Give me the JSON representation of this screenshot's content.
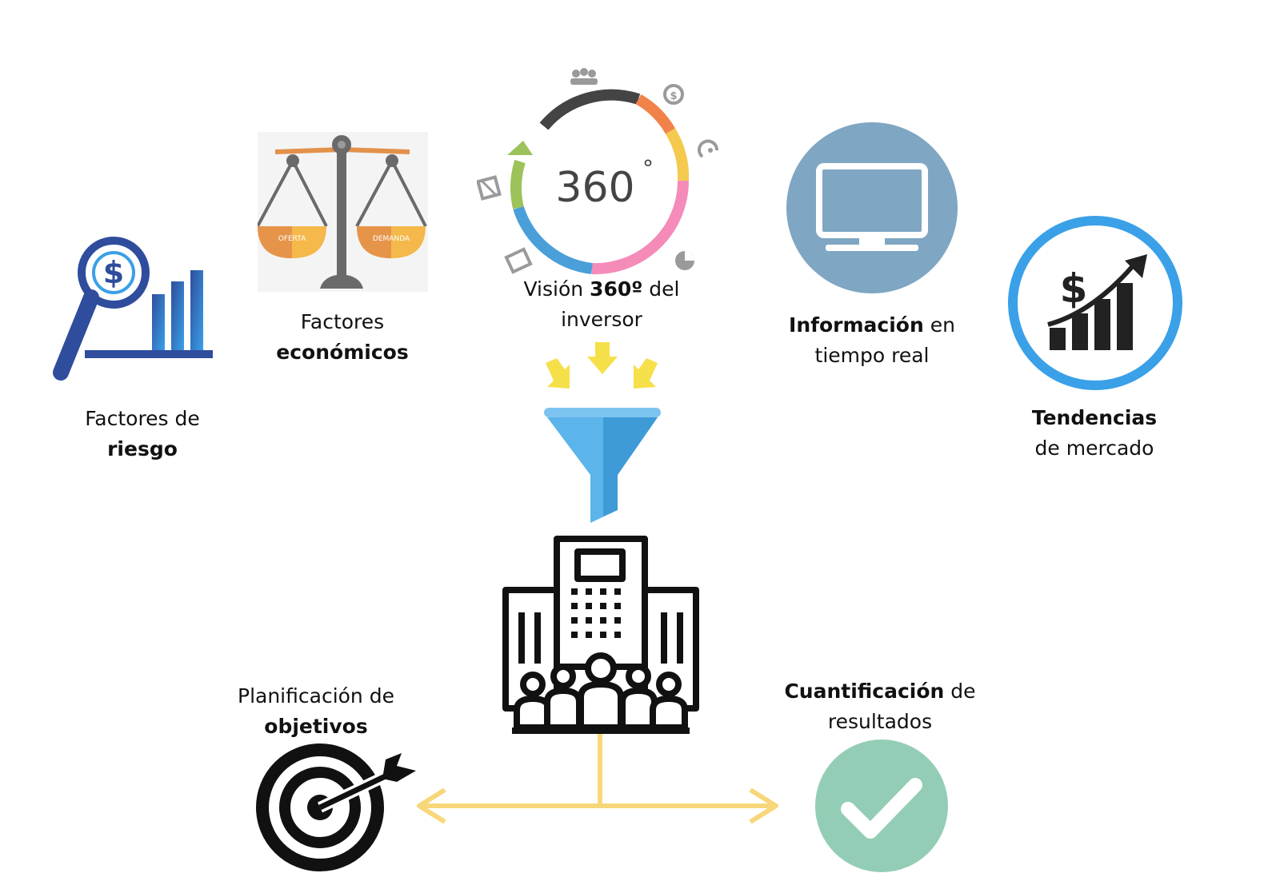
{
  "colors": {
    "blue_dark": "#2f4d9c",
    "blue_light": "#3aa0e8",
    "steel": "#7fa6c3",
    "funnel": "#5bb4ea",
    "arrow_yellow": "#f6e04a",
    "connector": "#f7d77a",
    "check_green": "#94cdb5",
    "ring_dark": "#444444",
    "ring_orange": "#f0824a",
    "ring_yellow": "#f4c94e",
    "ring_pink": "#f48bb8",
    "ring_blue": "#4a9fd8",
    "ring_green": "#9cc25a"
  },
  "riesgo": {
    "line1": "Factores de",
    "bold": "riesgo",
    "icon": "magnifier-dollar-chart-icon"
  },
  "economicos": {
    "line1": "Factores",
    "bold": "económicos",
    "icon": "balance-scale-icon",
    "pan_left": "OFERTA",
    "pan_right": "DEMANDA"
  },
  "vision": {
    "pre": "Visión ",
    "bold": "360º",
    "post": " del",
    "line2": "inversor",
    "ring_text": "360",
    "degree": "°",
    "icon": "360-ring-icon"
  },
  "informacion": {
    "bold": "Información",
    "post": " en",
    "line2": "tiempo real",
    "icon": "monitor-icon"
  },
  "tendencias": {
    "bold": "Tendencias",
    "line2": "de mercado",
    "icon": "trend-chart-icon"
  },
  "filter": {
    "icon": "funnel-icon",
    "arrows_icon": "converging-arrows-icon"
  },
  "company": {
    "icon": "building-people-icon"
  },
  "planificacion": {
    "line1": "Planificación de",
    "bold": "objetivos",
    "icon": "target-icon"
  },
  "cuantificacion": {
    "bold": "Cuantificación",
    "post": " de",
    "line2": "resultados",
    "icon": "check-circle-icon"
  }
}
